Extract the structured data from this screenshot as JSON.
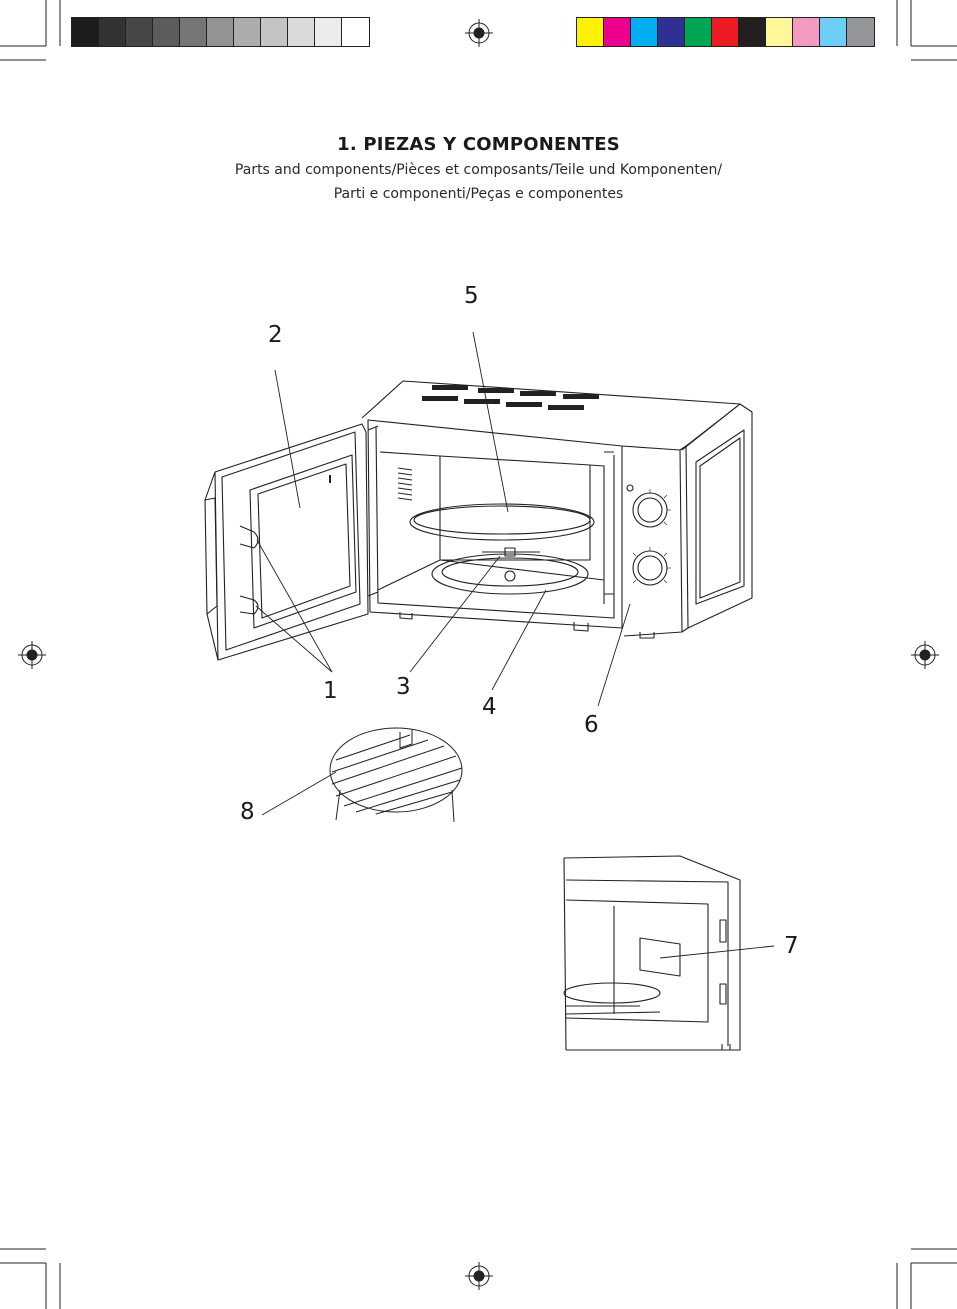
{
  "colors": {
    "grayscale": [
      "#1c1c1c",
      "#333333",
      "#474747",
      "#5c5c5c",
      "#767676",
      "#939393",
      "#acacac",
      "#c4c4c4",
      "#dadada",
      "#ececec",
      "#ffffff"
    ],
    "process": [
      "#fff200",
      "#ec008c",
      "#00aeef",
      "#2e3192",
      "#00a651",
      "#ed1c24",
      "#231f20",
      "#fff799",
      "#f49ac1",
      "#6dcff6",
      "#939598"
    ]
  },
  "heading": {
    "title": "1. PIEZAS Y COMPONENTES",
    "subtitle_line1": "Parts and components/Pièces et composants/Teile und Komponenten/",
    "subtitle_line2": "Parti e componenti/Peças e componentes"
  },
  "callouts": {
    "c1": "1",
    "c2": "2",
    "c3": "3",
    "c4": "4",
    "c5": "5",
    "c6": "6",
    "c7": "7",
    "c8": "8"
  }
}
